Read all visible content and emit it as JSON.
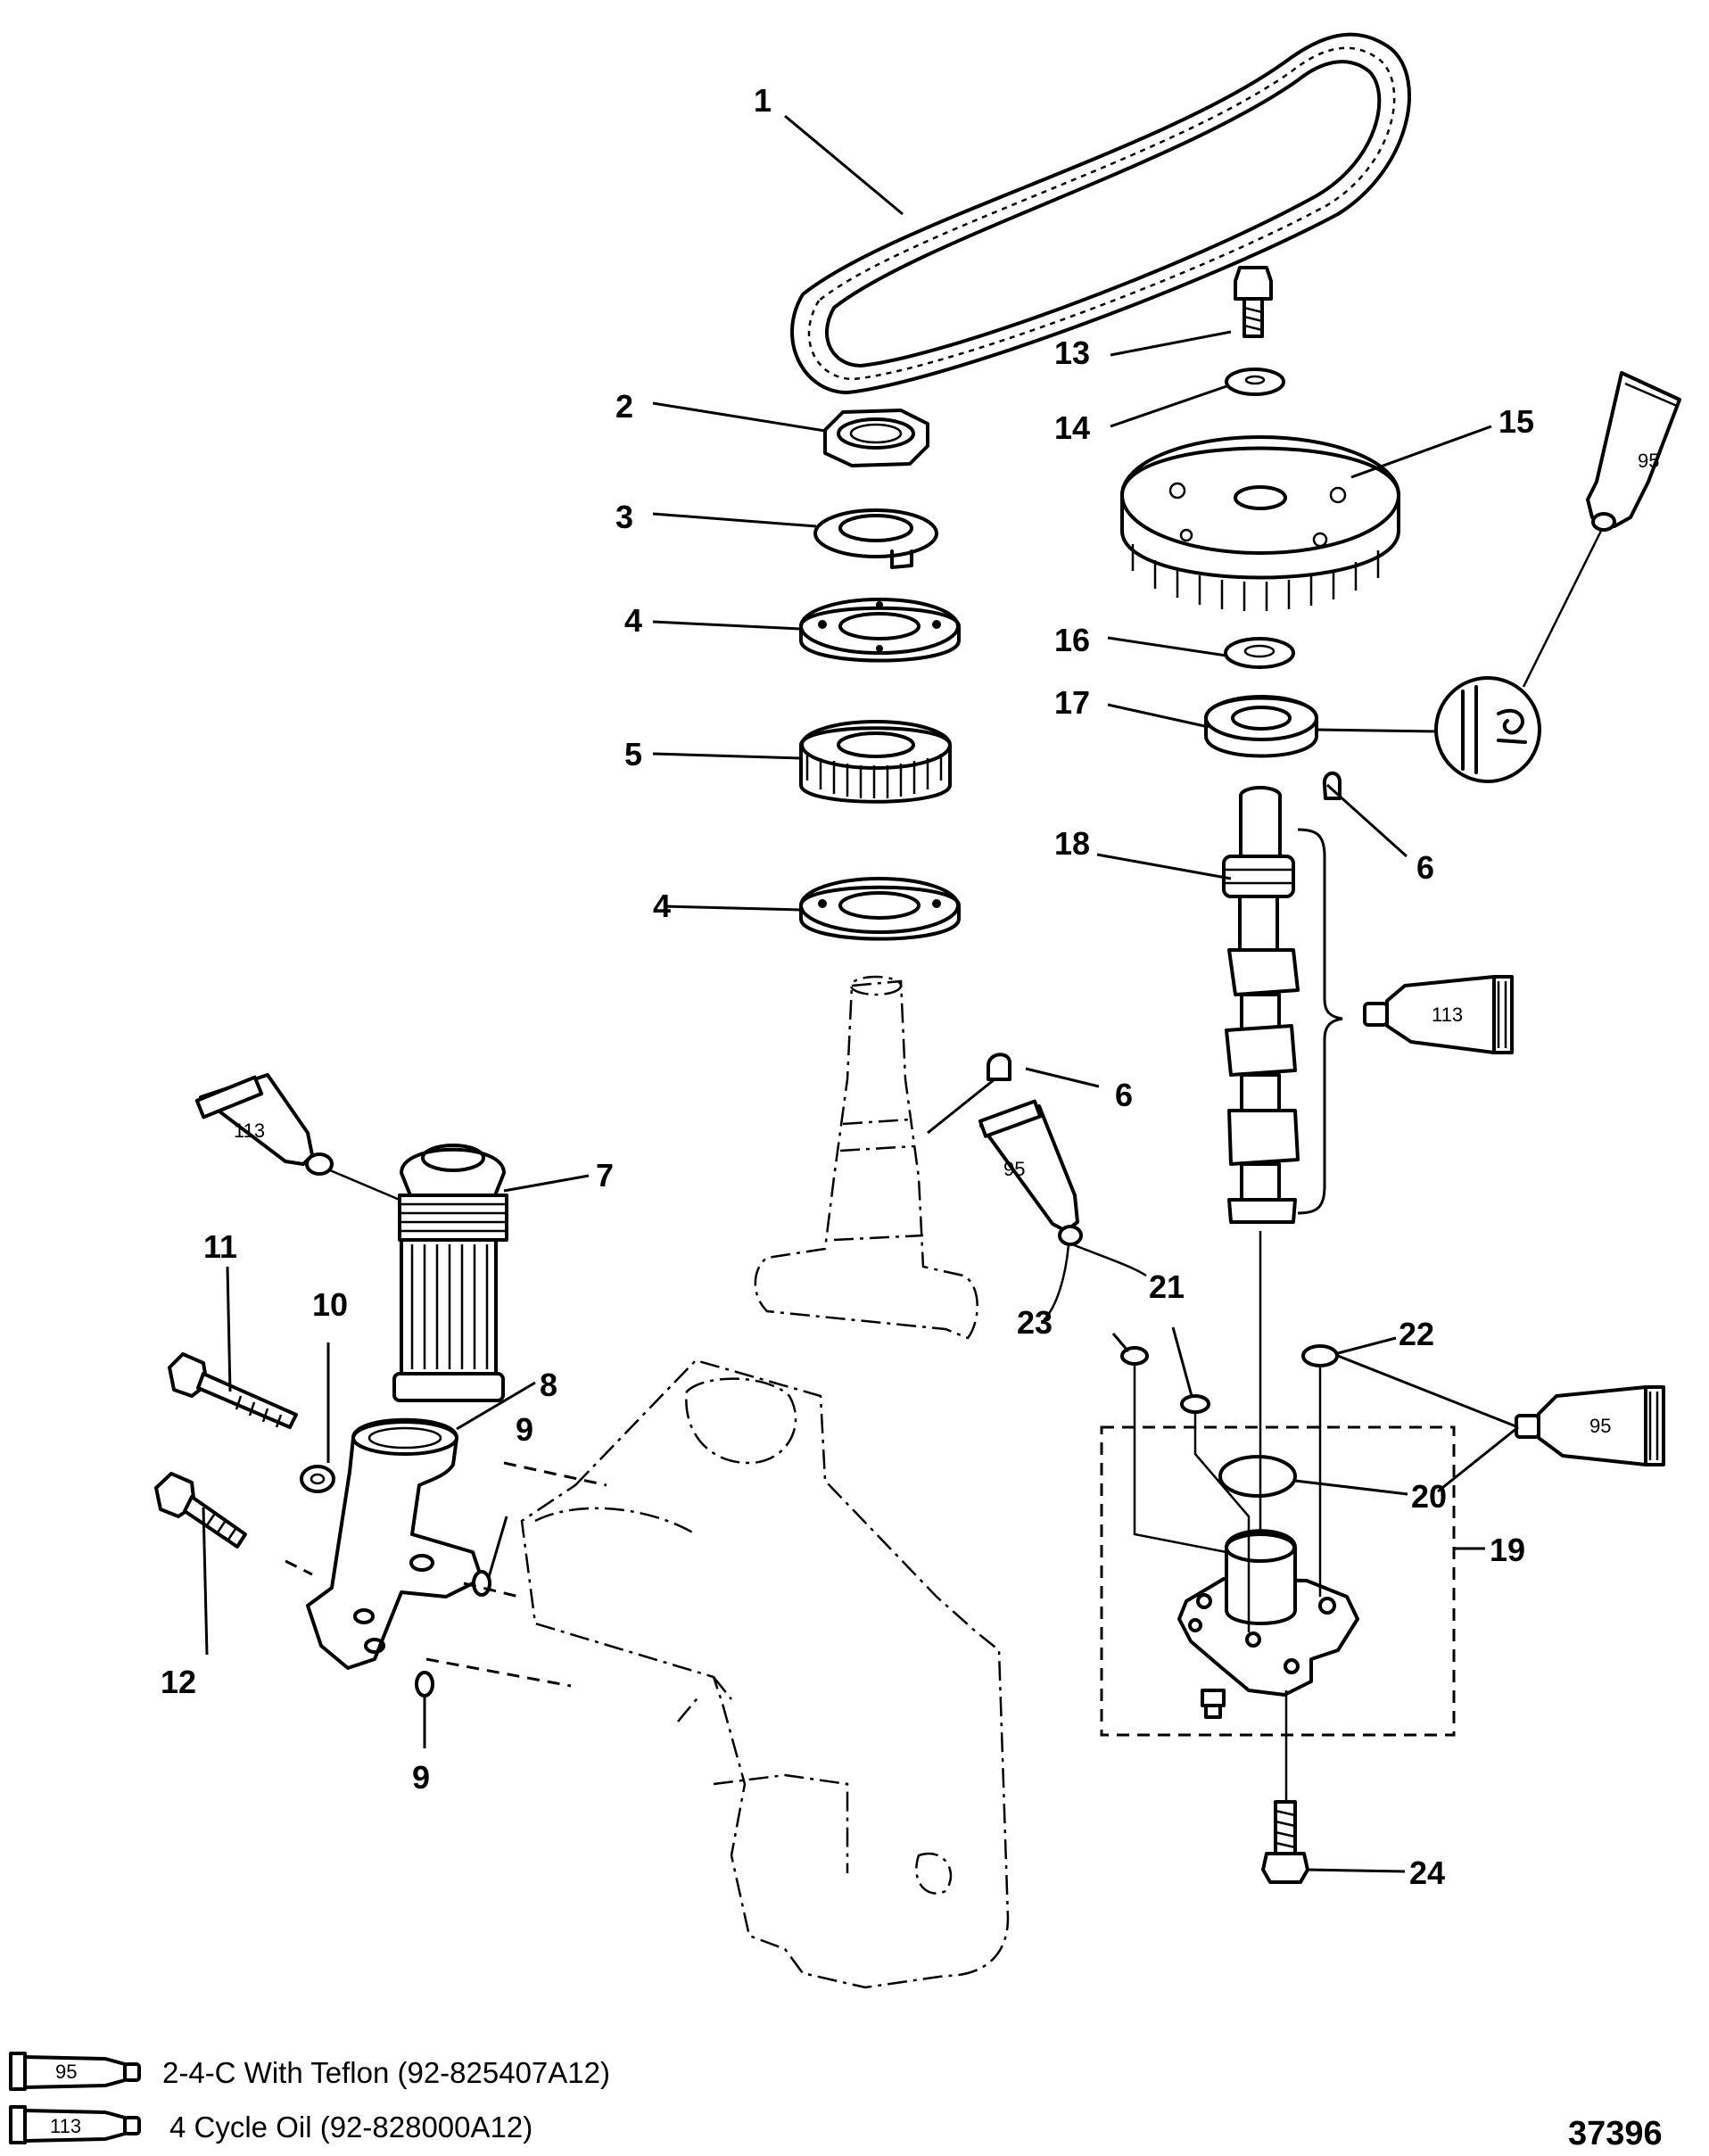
{
  "callouts": [
    {
      "id": "c1",
      "text": "1"
    },
    {
      "id": "c2",
      "text": "2"
    },
    {
      "id": "c3",
      "text": "3"
    },
    {
      "id": "c4a",
      "text": "4"
    },
    {
      "id": "c5",
      "text": "5"
    },
    {
      "id": "c4b",
      "text": "4"
    },
    {
      "id": "c6a",
      "text": "6"
    },
    {
      "id": "c7",
      "text": "7"
    },
    {
      "id": "c8",
      "text": "8"
    },
    {
      "id": "c9a",
      "text": "9"
    },
    {
      "id": "c9b",
      "text": "9"
    },
    {
      "id": "c10",
      "text": "10"
    },
    {
      "id": "c11",
      "text": "11"
    },
    {
      "id": "c12",
      "text": "12"
    },
    {
      "id": "c13",
      "text": "13"
    },
    {
      "id": "c14",
      "text": "14"
    },
    {
      "id": "c15",
      "text": "15"
    },
    {
      "id": "c16",
      "text": "16"
    },
    {
      "id": "c17",
      "text": "17"
    },
    {
      "id": "c6b",
      "text": "6"
    },
    {
      "id": "c18",
      "text": "18"
    },
    {
      "id": "c19",
      "text": "19"
    },
    {
      "id": "c20",
      "text": "20"
    },
    {
      "id": "c21",
      "text": "21"
    },
    {
      "id": "c22",
      "text": "22"
    },
    {
      "id": "c23",
      "text": "23"
    },
    {
      "id": "c24",
      "text": "24"
    }
  ],
  "tubes": [
    {
      "id": "t1",
      "text": "95"
    },
    {
      "id": "t2",
      "text": "113"
    },
    {
      "id": "t3",
      "text": "113"
    },
    {
      "id": "t4",
      "text": "95"
    },
    {
      "id": "t5",
      "text": "95"
    }
  ],
  "legend": [
    {
      "code": "95",
      "text": "2-4-C  With Teflon (92-825407A12)"
    },
    {
      "code": "113",
      "text": "4 Cycle Oil (92-828000A12)"
    }
  ],
  "figure_number": "37396"
}
